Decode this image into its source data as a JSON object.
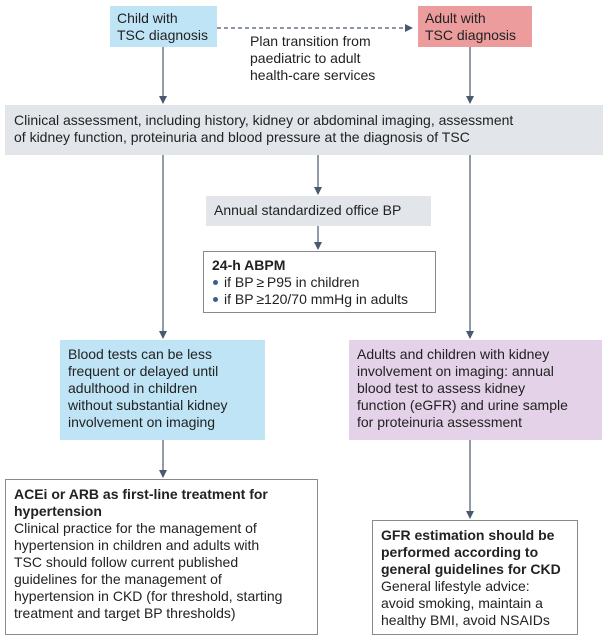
{
  "nodes": {
    "child_dx": {
      "lines": [
        "Child with",
        "TSC diagnosis"
      ]
    },
    "adult_dx": {
      "lines": [
        "Adult with",
        "TSC diagnosis"
      ]
    },
    "transition_note": {
      "lines": [
        "Plan transition from",
        "paediatric to adult",
        "health-care services"
      ]
    },
    "clinical_assessment": {
      "lines": [
        "Clinical assessment, including history, kidney or abdominal imaging, assessment",
        "of kidney function, proteinuria and blood pressure at the diagnosis of TSC"
      ]
    },
    "annual_bp": {
      "text": "Annual standardized office BP"
    },
    "abpm": {
      "title": "24-h ABPM",
      "items": [
        "if BP ≥ P95 in children",
        "if BP ≥120/70 mmHg in adults"
      ]
    },
    "blood_tests": {
      "lines": [
        "Blood tests can be less",
        "frequent or delayed until",
        "adulthood in children",
        "without substantial kidney",
        "involvement on imaging"
      ]
    },
    "kidney_involvement": {
      "lines": [
        "Adults and children with kidney",
        "involvement on imaging: annual",
        "blood test to assess kidney",
        "function (eGFR) and urine sample",
        "for proteinuria assessment"
      ]
    },
    "acei": {
      "title_lines": [
        "ACEi or ARB as first-line treatment for",
        "hypertension"
      ],
      "body_lines": [
        "Clinical practice for the management of",
        "hypertension in children and adults with",
        "TSC should follow current published",
        "guidelines for the management of",
        "hypertension in CKD (for threshold, starting",
        "treatment and target BP thresholds)"
      ]
    },
    "gfr": {
      "title_lines": [
        "GFR estimation should be",
        "performed according to",
        "general guidelines for CKD"
      ],
      "body_lines": [
        "General lifestyle advice:",
        "avoid smoking, maintain a",
        "healthy BMI, avoid NSAIDs"
      ]
    }
  },
  "colors": {
    "child_box": "#bfe4f5",
    "adult_box": "#ec9c9c",
    "grey_box": "#e2e5ea",
    "purple_box": "#e3d2e8",
    "arrow": "#4a5a6e"
  }
}
